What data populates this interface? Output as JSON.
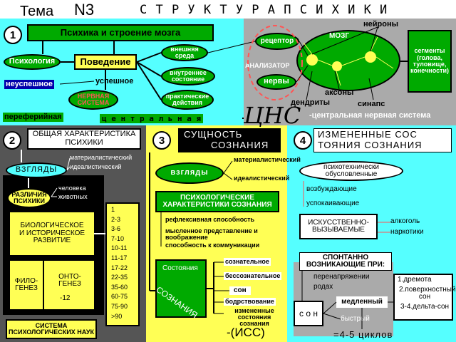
{
  "header": {
    "topic": "Тема",
    "number": "N3",
    "title": "С Т Р У К Т У Р А   П С И Х И К И"
  },
  "panel1": {
    "num": "1",
    "top_bar": "Психика и строение мозга",
    "psychology": "Психология",
    "behavior": "Поведение",
    "unsuccessful": "неуспешное",
    "successful": "успешное",
    "nervous_system": "НЕРВНАЯ СИСТЕМА",
    "env_external": "внешняя среда",
    "env_internal": "внутреннее состояние",
    "practice": "практические действия",
    "peripheral": "переферийная",
    "central": "ц е н т р а л ь н а я",
    "cns": "ЦНС",
    "cns_full": "-центральная нервная система"
  },
  "brain": {
    "receptor": "рецептор",
    "analyzer": "АНАЛИЗАТОР",
    "nerves": "нервы",
    "brain": "МОЗГ",
    "neurons": "нейроны",
    "axons": "аксоны",
    "dendrites": "дендриты",
    "synapse": "синапс",
    "segments": "сегменты (голова, туловище, конечности)"
  },
  "panel2": {
    "num": "2",
    "title": "ОБЩАЯ ХАРАКТЕРИСТИКА ПСИХИКИ",
    "views": "ВЗГЛЯДЫ",
    "materialist": "материалистический",
    "idealist": "идеалистический",
    "differences": "РАЗЛИЧИЯ ПСИХИКИ",
    "human": "человека",
    "animals": "животных",
    "development": "БИОЛОГИЧЕСКОЕ И ИСТОРИЧЕСКОЕ РАЗВИТИЕ",
    "phylogenesis": "ФИЛО- ГЕНЕЗ",
    "ontogenesis": "ОНТО- ГЕНЕЗ",
    "onto_years": "-12",
    "ages": [
      "1",
      "2-3",
      "3-6",
      "7-10",
      "10-11",
      "11-17",
      "17-22",
      "22-35",
      "35-60",
      "60-75",
      "75-90",
      ">90"
    ],
    "system": "СИСТЕМА ПСИХОЛОГИЧЕСКИХ НАУК"
  },
  "panel3": {
    "num": "3",
    "title_line1": "СУЩНОСТЬ",
    "title_line2": "СОЗНАНИЯ",
    "views": "взгляды",
    "materialist": "материалистический",
    "idealist": "идеалистический",
    "characteristics": "ПСИХОЛОГИЧЕСКИЕ ХАРАКТЕРИСТИКИ СОЗНАНИЯ",
    "reflexive": "рефлексивная способность",
    "imagination": "мысленное представление и воображение",
    "communication": "способность к коммуникации",
    "state": "Состояния",
    "consciousness": "СОЗНАНИЯ",
    "conscious": "сознательное",
    "unconscious": "бессознательное",
    "sleep": "сон",
    "awake": "бодрствование",
    "altered": "измененные состояния сознания",
    "acronym": "-(ИСС)"
  },
  "panel4": {
    "num": "4",
    "title_line1": "ИЗМЕНЕННЫЕ СОС",
    "title_line2": "ТОЯНИЯ СОЗНАНИЯ",
    "psychotech": "психотехнически обусловленные",
    "exciting": "возбуждающие",
    "calming": "успокаивающие",
    "artificial": "ИСКУССТВЕННО-ВЫЗЫВАЕМЫЕ",
    "alcohol": "алкоголь",
    "drugs": "наркотики",
    "spontaneous": "СПОНТАННО ВОЗНИКАЮЩИЕ ПРИ:",
    "overstrain": "перенапряжении",
    "childbirth": "родах",
    "sleep": "с о н",
    "slow": "медленный",
    "fast": "быстрый",
    "phase1": "1.дремота",
    "phase2": "2.поверхностный сон",
    "phase34": "3-4.дельта-сон",
    "cycles": "=4-5 циклов"
  }
}
